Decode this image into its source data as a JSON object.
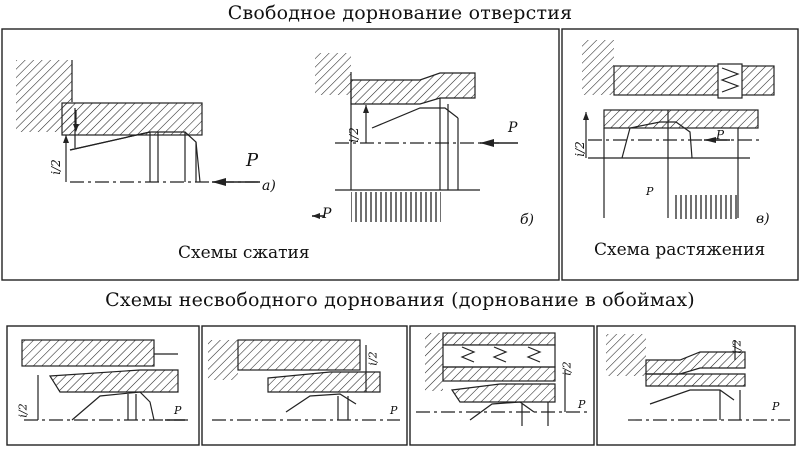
{
  "headings": {
    "free": "Свободное дорнование отверстия",
    "nonfree": "Схемы несвободного дорнования (дорнование в обоймах)"
  },
  "captions": {
    "compression": "Схемы сжатия",
    "tension": "Схема растяжения"
  },
  "labels": {
    "force": "P",
    "half_interference": "i/2",
    "variant_a": "а)",
    "variant_b": "б)",
    "variant_c": "в)"
  }
}
